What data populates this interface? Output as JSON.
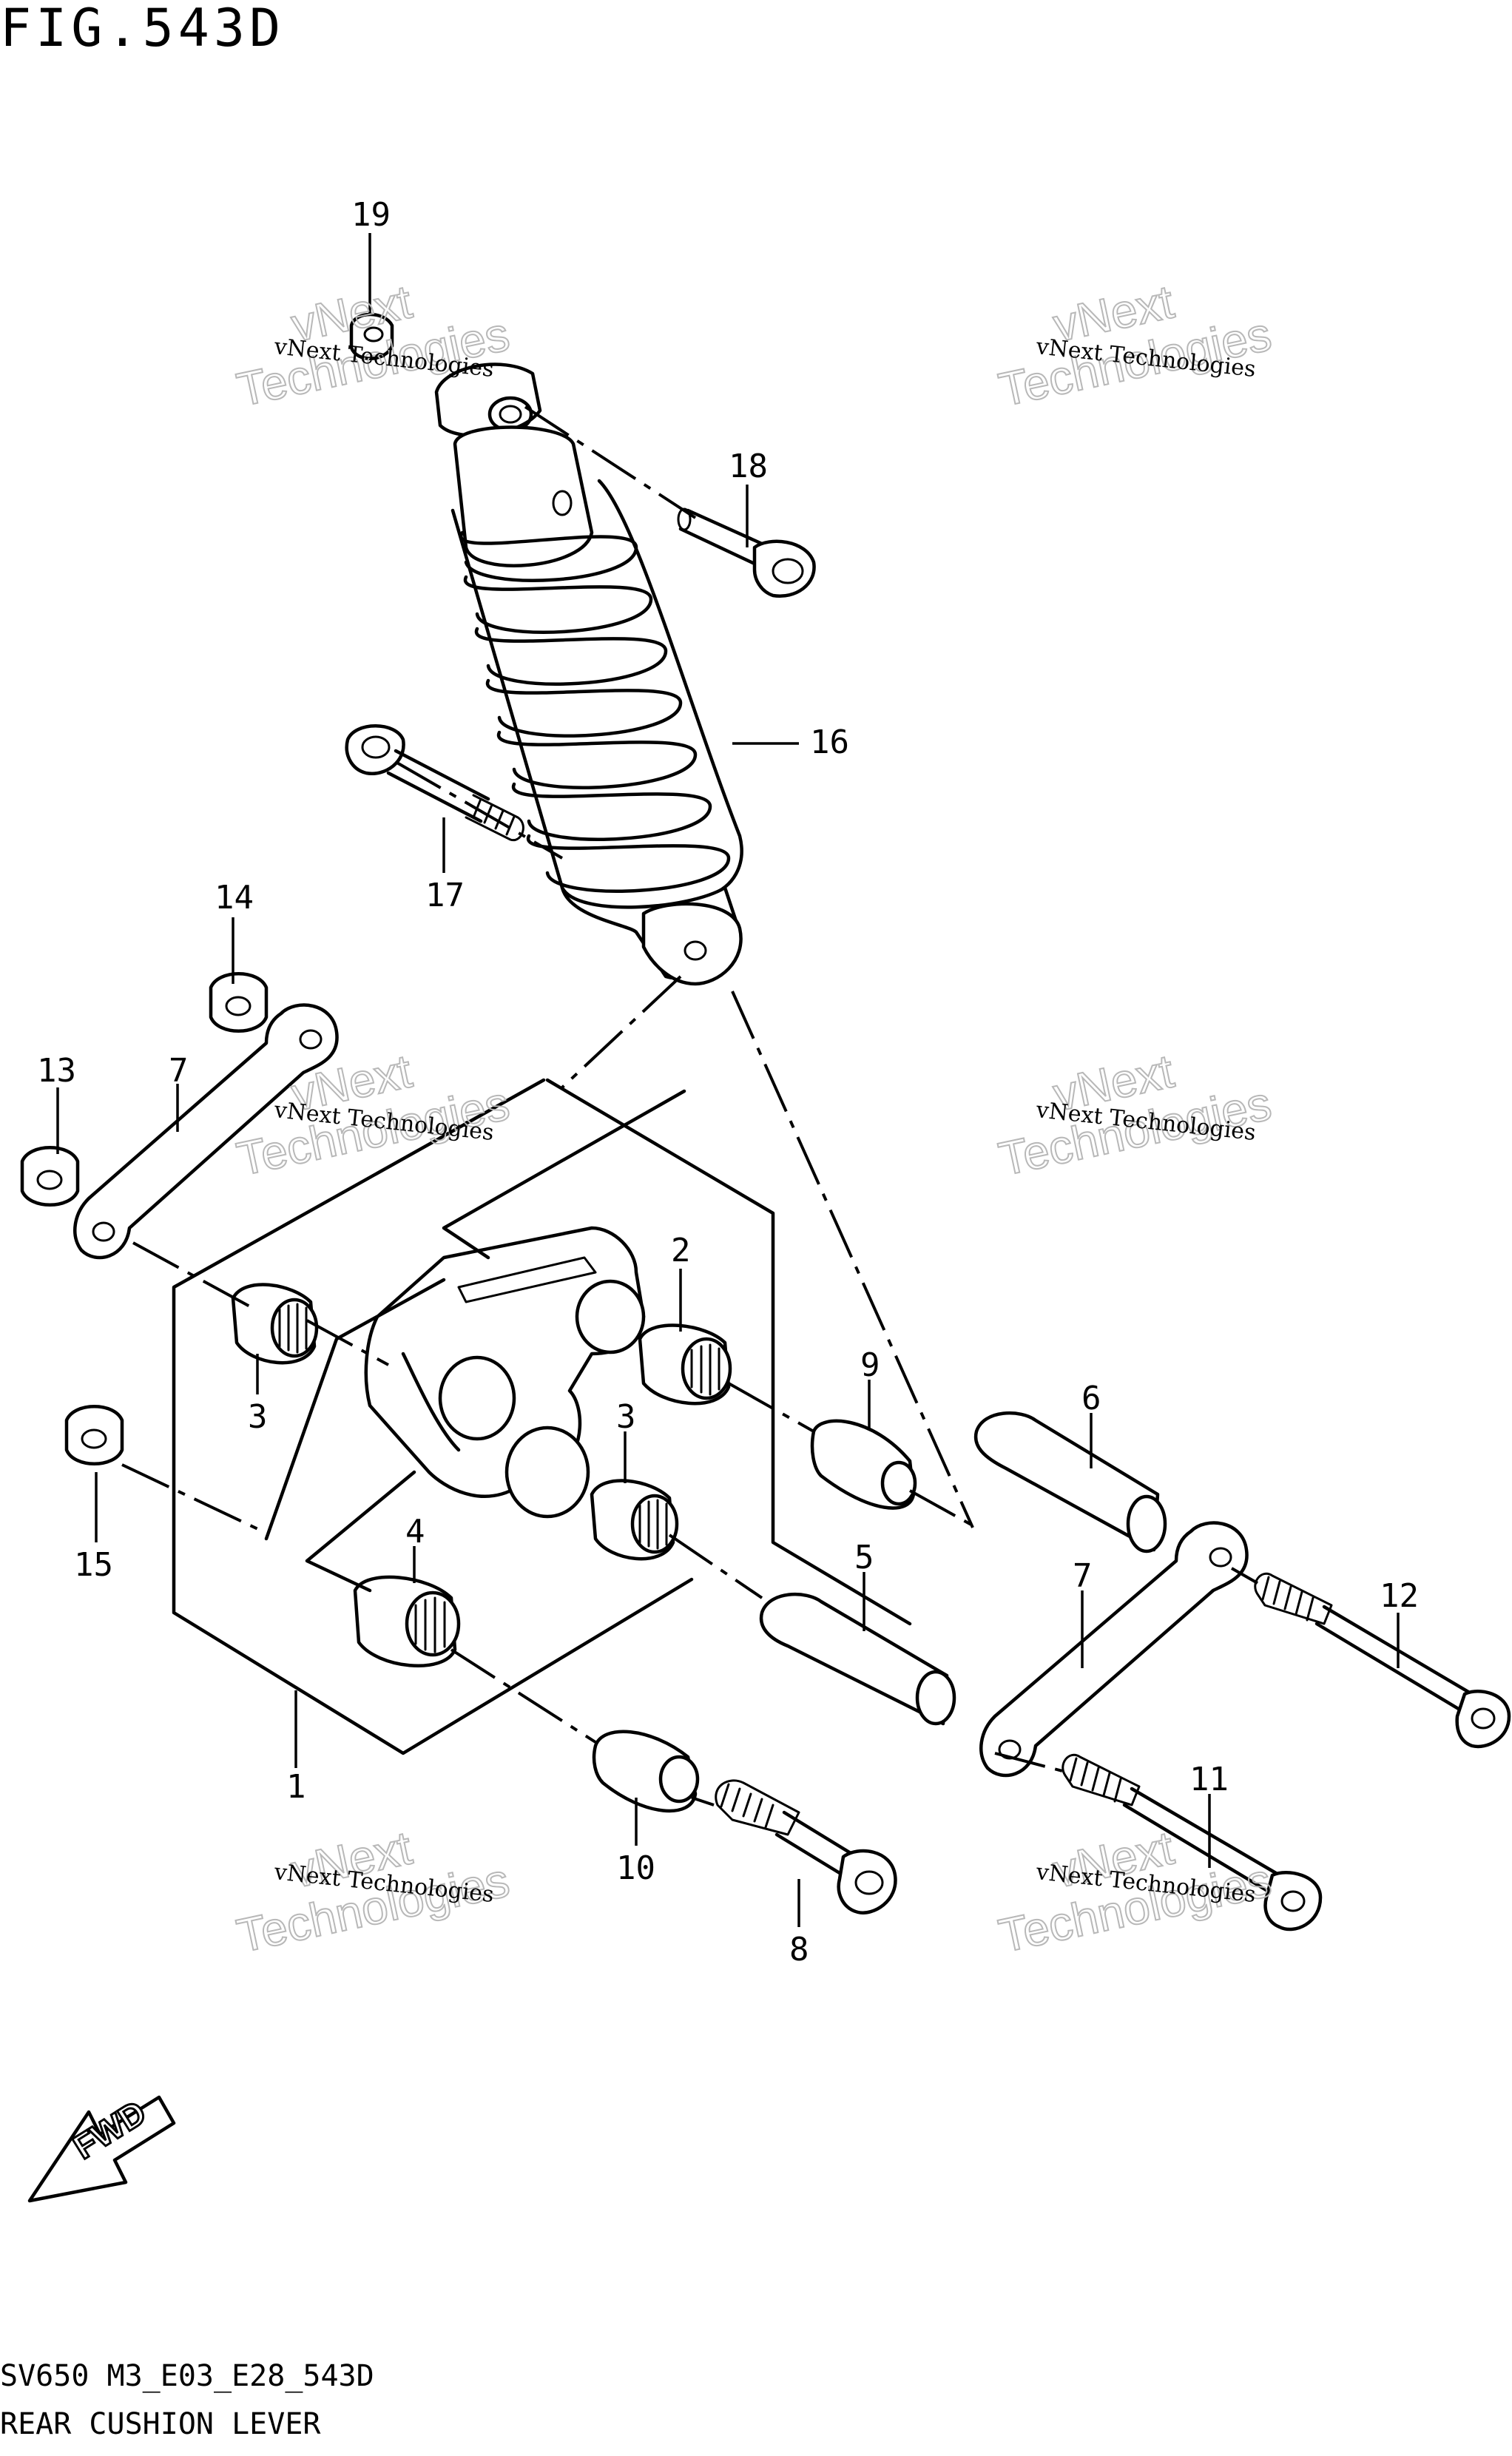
{
  "figure": {
    "title": "FIG.543D",
    "code": "SV650 M3_E03_E28_543D",
    "caption": "REAR CUSHION LEVER"
  },
  "watermark": {
    "line1": "vNext Technologies",
    "line2a": "vNext",
    "line2b": "Technologies"
  },
  "fwd_label": "FWD",
  "callouts": [
    "1",
    "2",
    "3",
    "3",
    "4",
    "5",
    "6",
    "7",
    "7",
    "8",
    "9",
    "10",
    "11",
    "12",
    "13",
    "14",
    "15",
    "16",
    "17",
    "18",
    "19"
  ],
  "parts": [
    {
      "callout": "1",
      "name": "rear-cushion-lever"
    },
    {
      "callout": "2",
      "name": "bearing"
    },
    {
      "callout": "3",
      "name": "bearing"
    },
    {
      "callout": "4",
      "name": "bearing"
    },
    {
      "callout": "5",
      "name": "spacer"
    },
    {
      "callout": "6",
      "name": "spacer"
    },
    {
      "callout": "7",
      "name": "cushion-rod"
    },
    {
      "callout": "8",
      "name": "bolt"
    },
    {
      "callout": "9",
      "name": "spacer"
    },
    {
      "callout": "10",
      "name": "spacer"
    },
    {
      "callout": "11",
      "name": "bolt"
    },
    {
      "callout": "12",
      "name": "bolt"
    },
    {
      "callout": "13",
      "name": "nut"
    },
    {
      "callout": "14",
      "name": "nut"
    },
    {
      "callout": "15",
      "name": "nut"
    },
    {
      "callout": "16",
      "name": "shock-absorber"
    },
    {
      "callout": "17",
      "name": "bolt"
    },
    {
      "callout": "18",
      "name": "bolt"
    },
    {
      "callout": "19",
      "name": "nut"
    }
  ]
}
